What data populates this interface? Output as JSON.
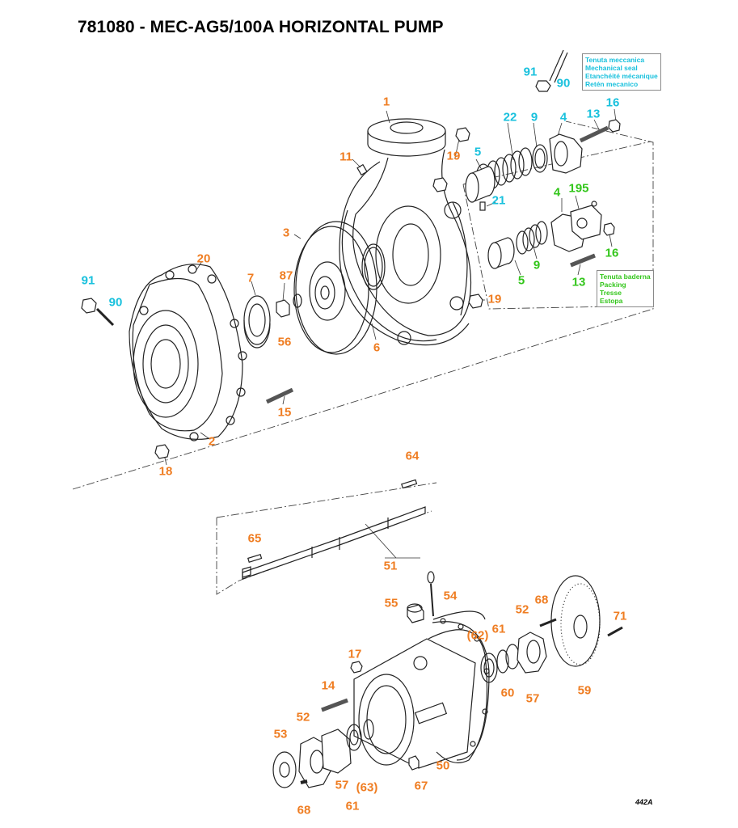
{
  "title": "781080 - MEC-AG5/100A HORIZONTAL PUMP",
  "figure_ref": "442A",
  "colors": {
    "orange": "#ef7d22",
    "cyan": "#19c1dd",
    "green": "#33c61b",
    "line": "#222222"
  },
  "legends": {
    "mechanical_seal": [
      "Tenuta meccanica",
      "Mechanical seal",
      "Etanchéité mécanique",
      "Retén mecanico"
    ],
    "packing": [
      "Tenuta baderna",
      "Packing",
      "Tresse",
      "Estopa"
    ]
  },
  "callouts": [
    {
      "id": "c1",
      "text": "1"
    },
    {
      "id": "c2",
      "text": "2"
    },
    {
      "id": "c3",
      "text": "3"
    },
    {
      "id": "c6",
      "text": "6"
    },
    {
      "id": "c7",
      "text": "7"
    },
    {
      "id": "c11",
      "text": "11"
    },
    {
      "id": "c15",
      "text": "15"
    },
    {
      "id": "c18",
      "text": "18"
    },
    {
      "id": "c19a",
      "text": "19"
    },
    {
      "id": "c19b",
      "text": "19"
    },
    {
      "id": "c20",
      "text": "20"
    },
    {
      "id": "c56",
      "text": "56"
    },
    {
      "id": "c87",
      "text": "87"
    },
    {
      "id": "c91a",
      "text": "91"
    },
    {
      "id": "c90a",
      "text": "90"
    },
    {
      "id": "c91b",
      "text": "91"
    },
    {
      "id": "c90b",
      "text": "90"
    },
    {
      "id": "c22",
      "text": "22"
    },
    {
      "id": "c9a",
      "text": "9"
    },
    {
      "id": "c4a",
      "text": "4"
    },
    {
      "id": "c13a",
      "text": "13"
    },
    {
      "id": "c16a",
      "text": "16"
    },
    {
      "id": "c5a",
      "text": "5"
    },
    {
      "id": "c21",
      "text": "21"
    },
    {
      "id": "c4b",
      "text": "4"
    },
    {
      "id": "c195",
      "text": "195"
    },
    {
      "id": "c16b",
      "text": "16"
    },
    {
      "id": "c9b",
      "text": "9"
    },
    {
      "id": "c5b",
      "text": "5"
    },
    {
      "id": "c13b",
      "text": "13"
    },
    {
      "id": "c64",
      "text": "64"
    },
    {
      "id": "c65",
      "text": "65"
    },
    {
      "id": "c51",
      "text": "51"
    },
    {
      "id": "c55",
      "text": "55"
    },
    {
      "id": "c54",
      "text": "54"
    },
    {
      "id": "c52a",
      "text": "52"
    },
    {
      "id": "c68a",
      "text": "68"
    },
    {
      "id": "c71",
      "text": "71"
    },
    {
      "id": "c62",
      "text": "(62)"
    },
    {
      "id": "c61a",
      "text": "61"
    },
    {
      "id": "c17",
      "text": "17"
    },
    {
      "id": "c60",
      "text": "60"
    },
    {
      "id": "c57a",
      "text": "57"
    },
    {
      "id": "c59",
      "text": "59"
    },
    {
      "id": "c14",
      "text": "14"
    },
    {
      "id": "c52b",
      "text": "52"
    },
    {
      "id": "c53",
      "text": "53"
    },
    {
      "id": "c50",
      "text": "50"
    },
    {
      "id": "c57b",
      "text": "57"
    },
    {
      "id": "c63",
      "text": "(63)"
    },
    {
      "id": "c67",
      "text": "67"
    },
    {
      "id": "c61b",
      "text": "61"
    },
    {
      "id": "c68b",
      "text": "68"
    }
  ]
}
